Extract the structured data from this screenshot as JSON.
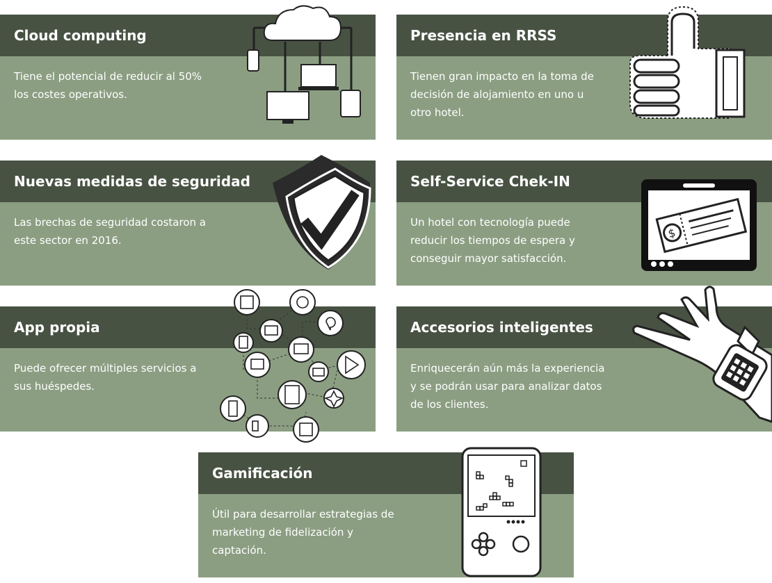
{
  "cards": [
    {
      "title": "Cloud computing",
      "text": "Tiene el potencial de reducir al 50% los costes operativos.",
      "icon": "cloud-devices-icon"
    },
    {
      "title": "Presencia en RRSS",
      "text": "Tienen gran impacto en la toma de decisión de alojamiento en uno u otro hotel.",
      "icon": "thumbs-up-icon"
    },
    {
      "title": "Nuevas medidas de seguridad",
      "text": "Las brechas de seguridad costaron a este sector en 2016.",
      "icon": "shield-check-icon"
    },
    {
      "title": "Self-Service Chek-IN",
      "text": "Un hotel con tecnología puede reducir los tiempos de espera y conseguir mayor satisfacción.",
      "icon": "tablet-ticket-icon"
    },
    {
      "title": "App propia",
      "text": "Puede ofrecer múltiples servicios a sus huéspedes.",
      "icon": "app-network-icon"
    },
    {
      "title": "Accesorios inteligentes",
      "text": "Enriquecerán aún más la experiencia y se podrán usar para analizar datos de los clientes.",
      "icon": "smartwatch-hand-icon"
    },
    {
      "title": "Gamificación",
      "text": "Útil para desarrollar estrategias de marketing de fidelización y captación.",
      "icon": "game-console-icon"
    }
  ],
  "colors": {
    "header": "#485243",
    "body": "#8b9e82",
    "text": "#ffffff"
  }
}
